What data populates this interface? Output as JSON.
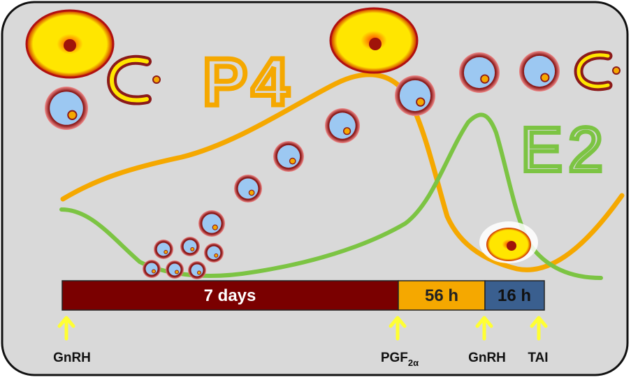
{
  "labels": {
    "p4": "P4",
    "e2": "E2"
  },
  "timeline": {
    "segments": [
      {
        "label": "7 days",
        "color": "#7a0000",
        "text_color": "#ffffff"
      },
      {
        "label": "56 h",
        "color": "#f5a800",
        "text_color": "#222222"
      },
      {
        "label": "16 h",
        "color": "#3a5f8f",
        "text_color": "#111111"
      }
    ]
  },
  "events": [
    {
      "name": "gnrh-start",
      "label": "GnRH",
      "sub": ""
    },
    {
      "name": "pgf2a",
      "label": "PGF",
      "sub": "2α"
    },
    {
      "name": "gnrh-second",
      "label": "GnRH",
      "sub": ""
    },
    {
      "name": "tai",
      "label": "TAI",
      "sub": ""
    }
  ],
  "colors": {
    "background": "#d9d9d9",
    "border": "#111111",
    "p4_curve": "#f5a800",
    "e2_curve": "#7cc443",
    "arrow": "#ffff33",
    "follicle_fill": "#9cc8f2",
    "follicle_ring": "#8b1a1a",
    "corpus_luteum": "#ffea00"
  },
  "icons": [
    "follicle-icon",
    "corpus-luteum-icon",
    "ovulation-icon",
    "up-arrow-icon"
  ]
}
